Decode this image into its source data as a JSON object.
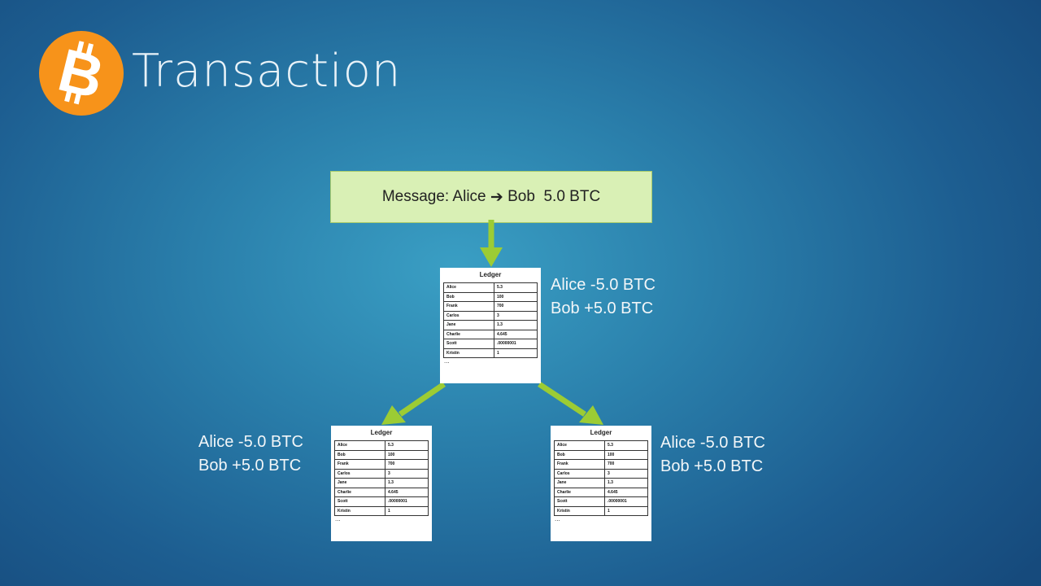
{
  "slide": {
    "title": "Transaction",
    "logo_symbol": "bitcoin-icon"
  },
  "message": {
    "prefix": "Message: Alice ",
    "arrow": "➔",
    "suffix": " Bob  5.0 BTC"
  },
  "ledger": {
    "title": "Ledger",
    "rows": [
      [
        "Alice",
        "5.3"
      ],
      [
        "Bob",
        "100"
      ],
      [
        "Frank",
        "700"
      ],
      [
        "Carlos",
        "3"
      ],
      [
        "Jane",
        "1.3"
      ],
      [
        "Charlie",
        "4.645"
      ],
      [
        "Scott",
        ".00000001"
      ],
      [
        "Kristin",
        "1"
      ]
    ],
    "ellipsis": "..."
  },
  "deltas": {
    "line1": "Alice -5.0 BTC",
    "line2": "Bob +5.0 BTC"
  },
  "colors": {
    "arrow": "#9ccc34",
    "message_bg": "#d9f0b5",
    "logo": "#f7931a"
  }
}
